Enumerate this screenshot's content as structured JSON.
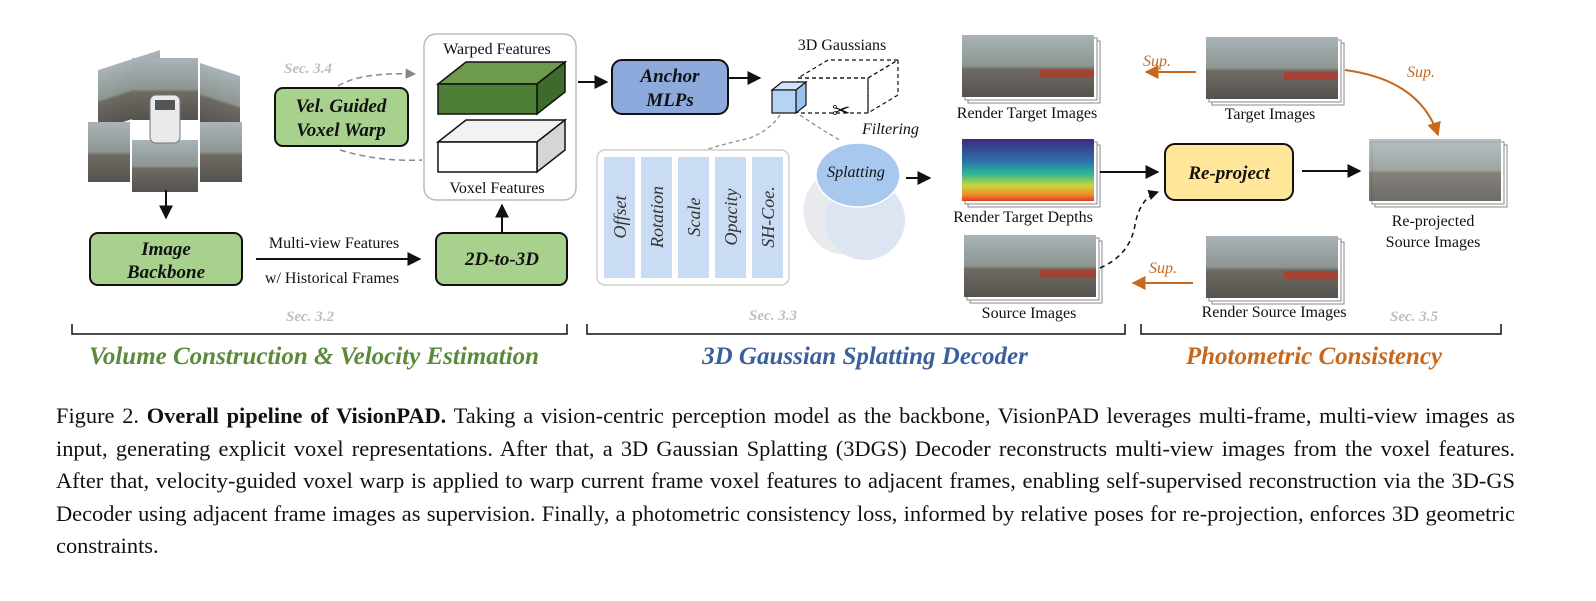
{
  "colors": {
    "green_box": "#a9d18e",
    "green_title": "#5b8a3a",
    "blue_box": "#8ea9db",
    "blue_title": "#3a5f9c",
    "yellow_box": "#ffe699",
    "orange_title": "#c6691f",
    "param_bg": "#c9dcf3"
  },
  "volume": {
    "backbone": [
      "Image",
      "Backbone"
    ],
    "warp": [
      "Vel. Guided",
      "Voxel Warp"
    ],
    "to3d": "2D-to-3D",
    "multi_view_features": "Multi-view  Features",
    "historical_frames": "w/ Historical Frames",
    "warped_features": "Warped Features",
    "voxel_features": "Voxel Features",
    "sec_34": "Sec. 3.4",
    "sec_32": "Sec. 3.2",
    "title": "Volume Construction & Velocity Estimation"
  },
  "decoder": {
    "anchor_mlps": [
      "Anchor",
      "MLPs"
    ],
    "gaussians": "3D Gaussians",
    "filtering": "Filtering",
    "splatting": "Splatting",
    "params": [
      "Offset",
      "Rotation",
      "Scale",
      "Opacity",
      "SH-Coe."
    ],
    "sec_33": "Sec. 3.3",
    "title": "3D Gaussian Splatting Decoder"
  },
  "photometric": {
    "render_target_images": "Render Target Images",
    "render_target_depths": "Render Target Depths",
    "source_images": "Source Images",
    "target_images": "Target Images",
    "render_source_images": "Render Source Images",
    "reproject": "Re-project",
    "reprojected": [
      "Re-projected",
      "Source Images"
    ],
    "sup": "Sup.",
    "sec_35": "Sec. 3.5",
    "title": "Photometric Consistency"
  },
  "caption": {
    "figure_label": "Figure 2.",
    "bold_title": "Overall pipeline of VisionPAD.",
    "body": "Taking a vision-centric perception model as the backbone, VisionPAD leverages multi-frame, multi-view images as input, generating explicit voxel representations.  After that, a 3D Gaussian Splatting (3DGS) Decoder reconstructs multi-view images from the voxel features.  After that, velocity-guided voxel warp is applied to warp current frame voxel features to adjacent frames, enabling self-supervised reconstruction via the 3D-GS Decoder using adjacent frame images as supervision.  Finally, a photometric consistency loss, informed by relative poses for re-projection, enforces 3D geometric constraints."
  }
}
